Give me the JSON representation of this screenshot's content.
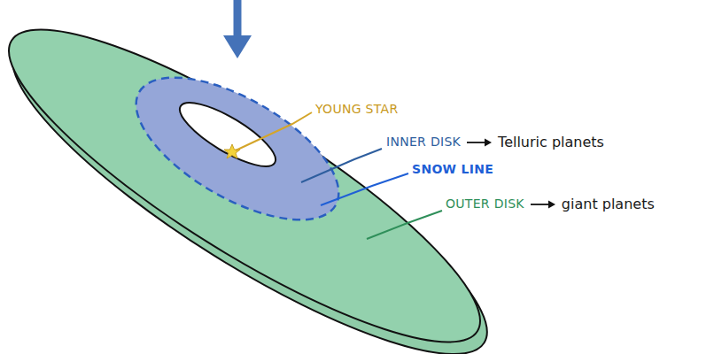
{
  "diagram": {
    "labels": [
      "YOUNG STAR",
      "INNER DISK",
      "Telluric planets",
      "SNOW LINE",
      "OUTER DISK",
      "giant planets"
    ]
  }
}
